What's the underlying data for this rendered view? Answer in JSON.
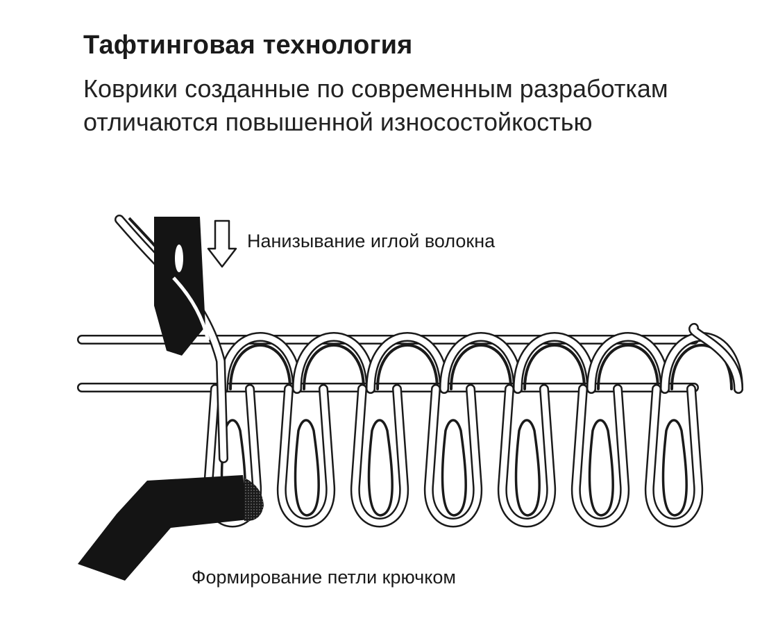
{
  "header": {
    "title": "Тафтинговая технология",
    "subtitle": "Коврики созданные по современным разработкам отличаются повышенной износостойкостью"
  },
  "diagram": {
    "labels": {
      "needle": "Нанизывание иглой волокна",
      "hook": "Формирование петли крючком"
    },
    "loop_count": 7,
    "colors": {
      "ink": "#1a1a1a",
      "yarn_fill": "#ffffff",
      "tool": "#141414"
    }
  }
}
